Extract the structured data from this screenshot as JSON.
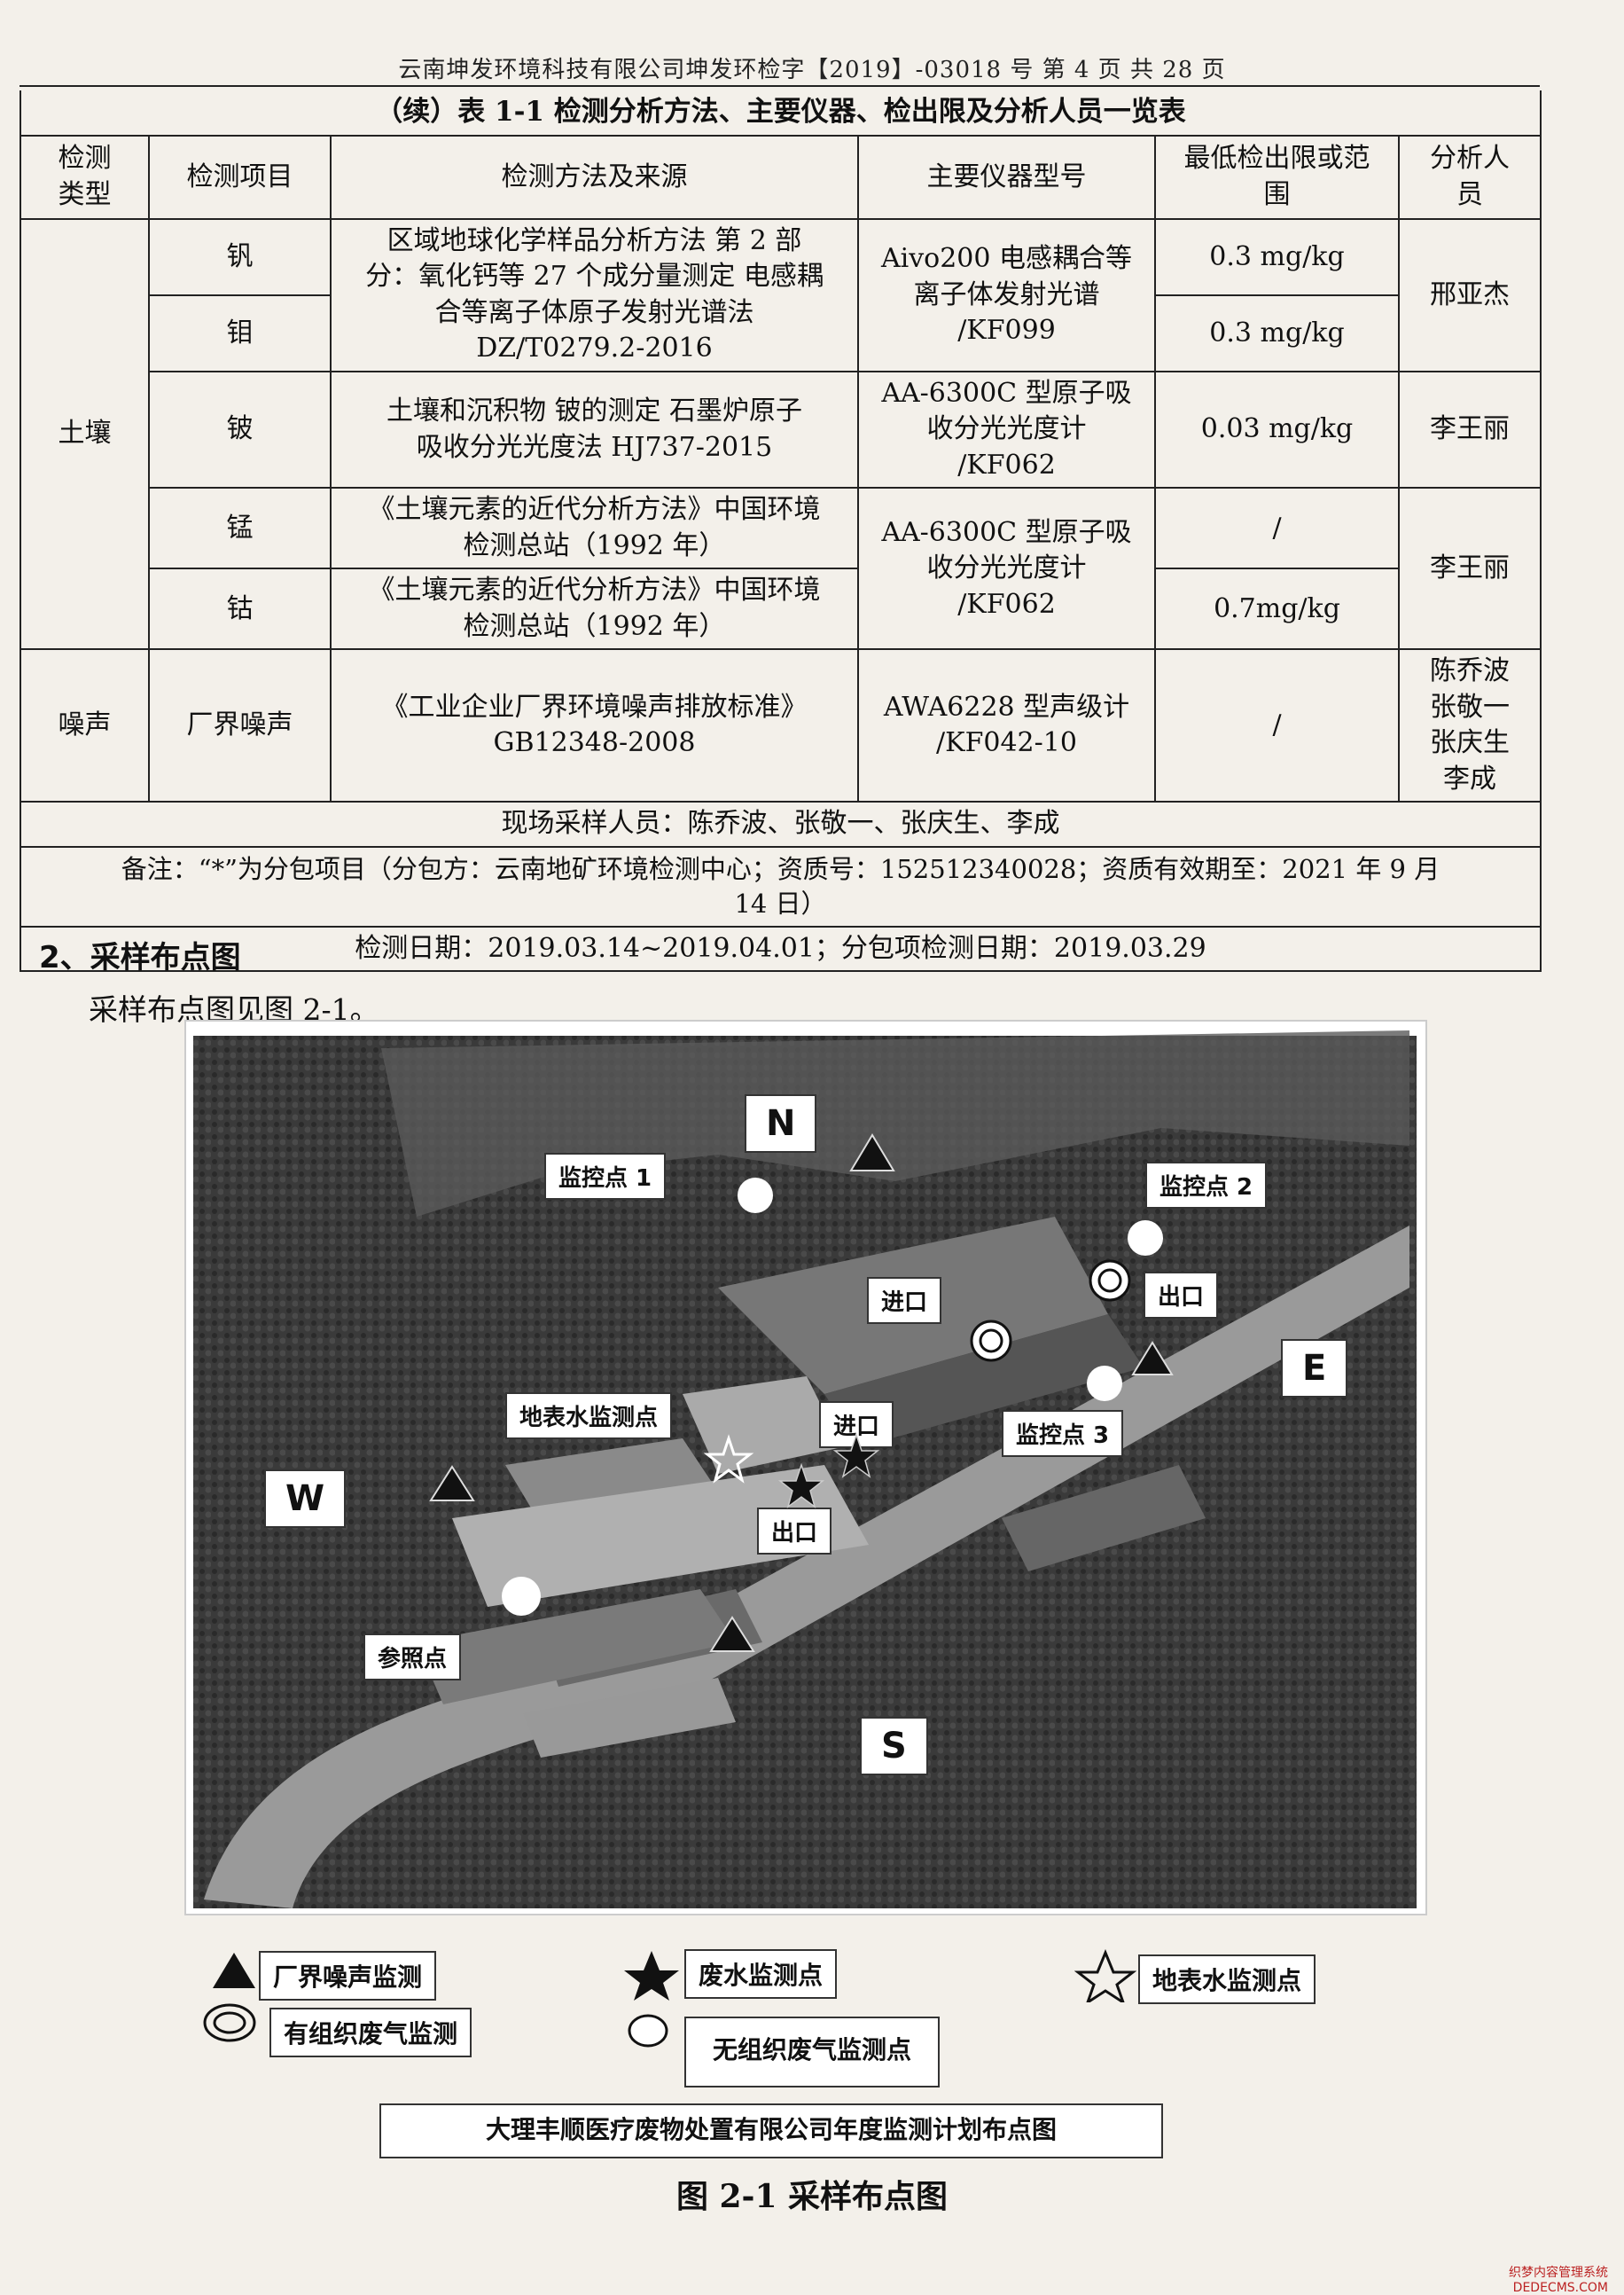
{
  "header": "云南坤发环境科技有限公司坤发环检字【2019】-03018 号 第 4 页 共 28 页",
  "table": {
    "title": "（续）表 1-1 检测分析方法、主要仪器、检出限及分析人员一览表",
    "columns": [
      "检测\n类型",
      "检测项目",
      "检测方法及来源",
      "主要仪器型号",
      "最低检出限或范\n围",
      "分析人\n员"
    ],
    "soil": {
      "type": "土壤",
      "v": {
        "item": "钒",
        "limit": "0.3 mg/kg"
      },
      "mo": {
        "item": "钼",
        "limit": "0.3 mg/kg"
      },
      "vmo_method": "区域地球化学样品分析方法 第 2 部\n分：氧化钙等 27 个成分量测定 电感耦\n合等离子体原子发射光谱法\nDZ/T0279.2-2016",
      "vmo_instrument": "Aivo200 电感耦合等\n离子体发射光谱\n/KF099",
      "vmo_analyst": "邢亚杰",
      "be": {
        "item": "铍",
        "method": "土壤和沉积物 铍的测定 石墨炉原子\n吸收分光光度法 HJ737-2015",
        "instrument": "AA-6300C 型原子吸\n收分光光度计\n/KF062",
        "limit": "0.03 mg/kg",
        "analyst": "李王丽"
      },
      "mn": {
        "item": "锰",
        "method": "《土壤元素的近代分析方法》中国环境\n检测总站（1992 年）",
        "limit": "/"
      },
      "co": {
        "item": "钴",
        "method": "《土壤元素的近代分析方法》中国环境\n检测总站（1992 年）",
        "limit": "0.7mg/kg"
      },
      "mnco_instrument": "AA-6300C 型原子吸\n收分光光度计\n/KF062",
      "mnco_analyst": "李王丽"
    },
    "noise": {
      "type": "噪声",
      "item": "厂界噪声",
      "method": "《工业企业厂界环境噪声排放标准》\nGB12348-2008",
      "instrument": "AWA6228 型声级计\n/KF042-10",
      "limit": "/",
      "analyst": "陈乔波\n张敬一\n张庆生\n李成"
    },
    "personnel": "现场采样人员：陈乔波、张敬一、张庆生、李成",
    "note": "备注：“*”为分包项目（分包方：云南地矿环境检测中心；资质号：152512340028；资质有效期至：2021 年 9 月\n14 日）",
    "dates": "检测日期：2019.03.14~2019.04.01；分包项检测日期：2019.03.29"
  },
  "section": {
    "title": "2、采样布点图",
    "text": "采样布点图见图 2-1。"
  },
  "map": {
    "directions": {
      "n": "N",
      "e": "E",
      "s": "S",
      "w": "W"
    },
    "labels": {
      "monitor1": "监控点 1",
      "monitor2": "监控点 2",
      "monitor3": "监控点 3",
      "inlet1": "进口",
      "outlet1": "出口",
      "surface_water": "地表水监测点",
      "inlet2": "进口",
      "outlet2": "出口",
      "reference": "参照点"
    }
  },
  "legend": {
    "noise": "厂界噪声监测",
    "wastewater": "废水监测点",
    "surface": "地表水监测点",
    "organized": "有组织废气监测",
    "unorganized": "无组织废气监测点"
  },
  "plan_caption": "大理丰顺医疗废物处置有限公司年度监测计划布点图",
  "figure_caption": "图 2-1 采样布点图",
  "watermark": "织梦内容管理系统\nDEDECMS.COM"
}
